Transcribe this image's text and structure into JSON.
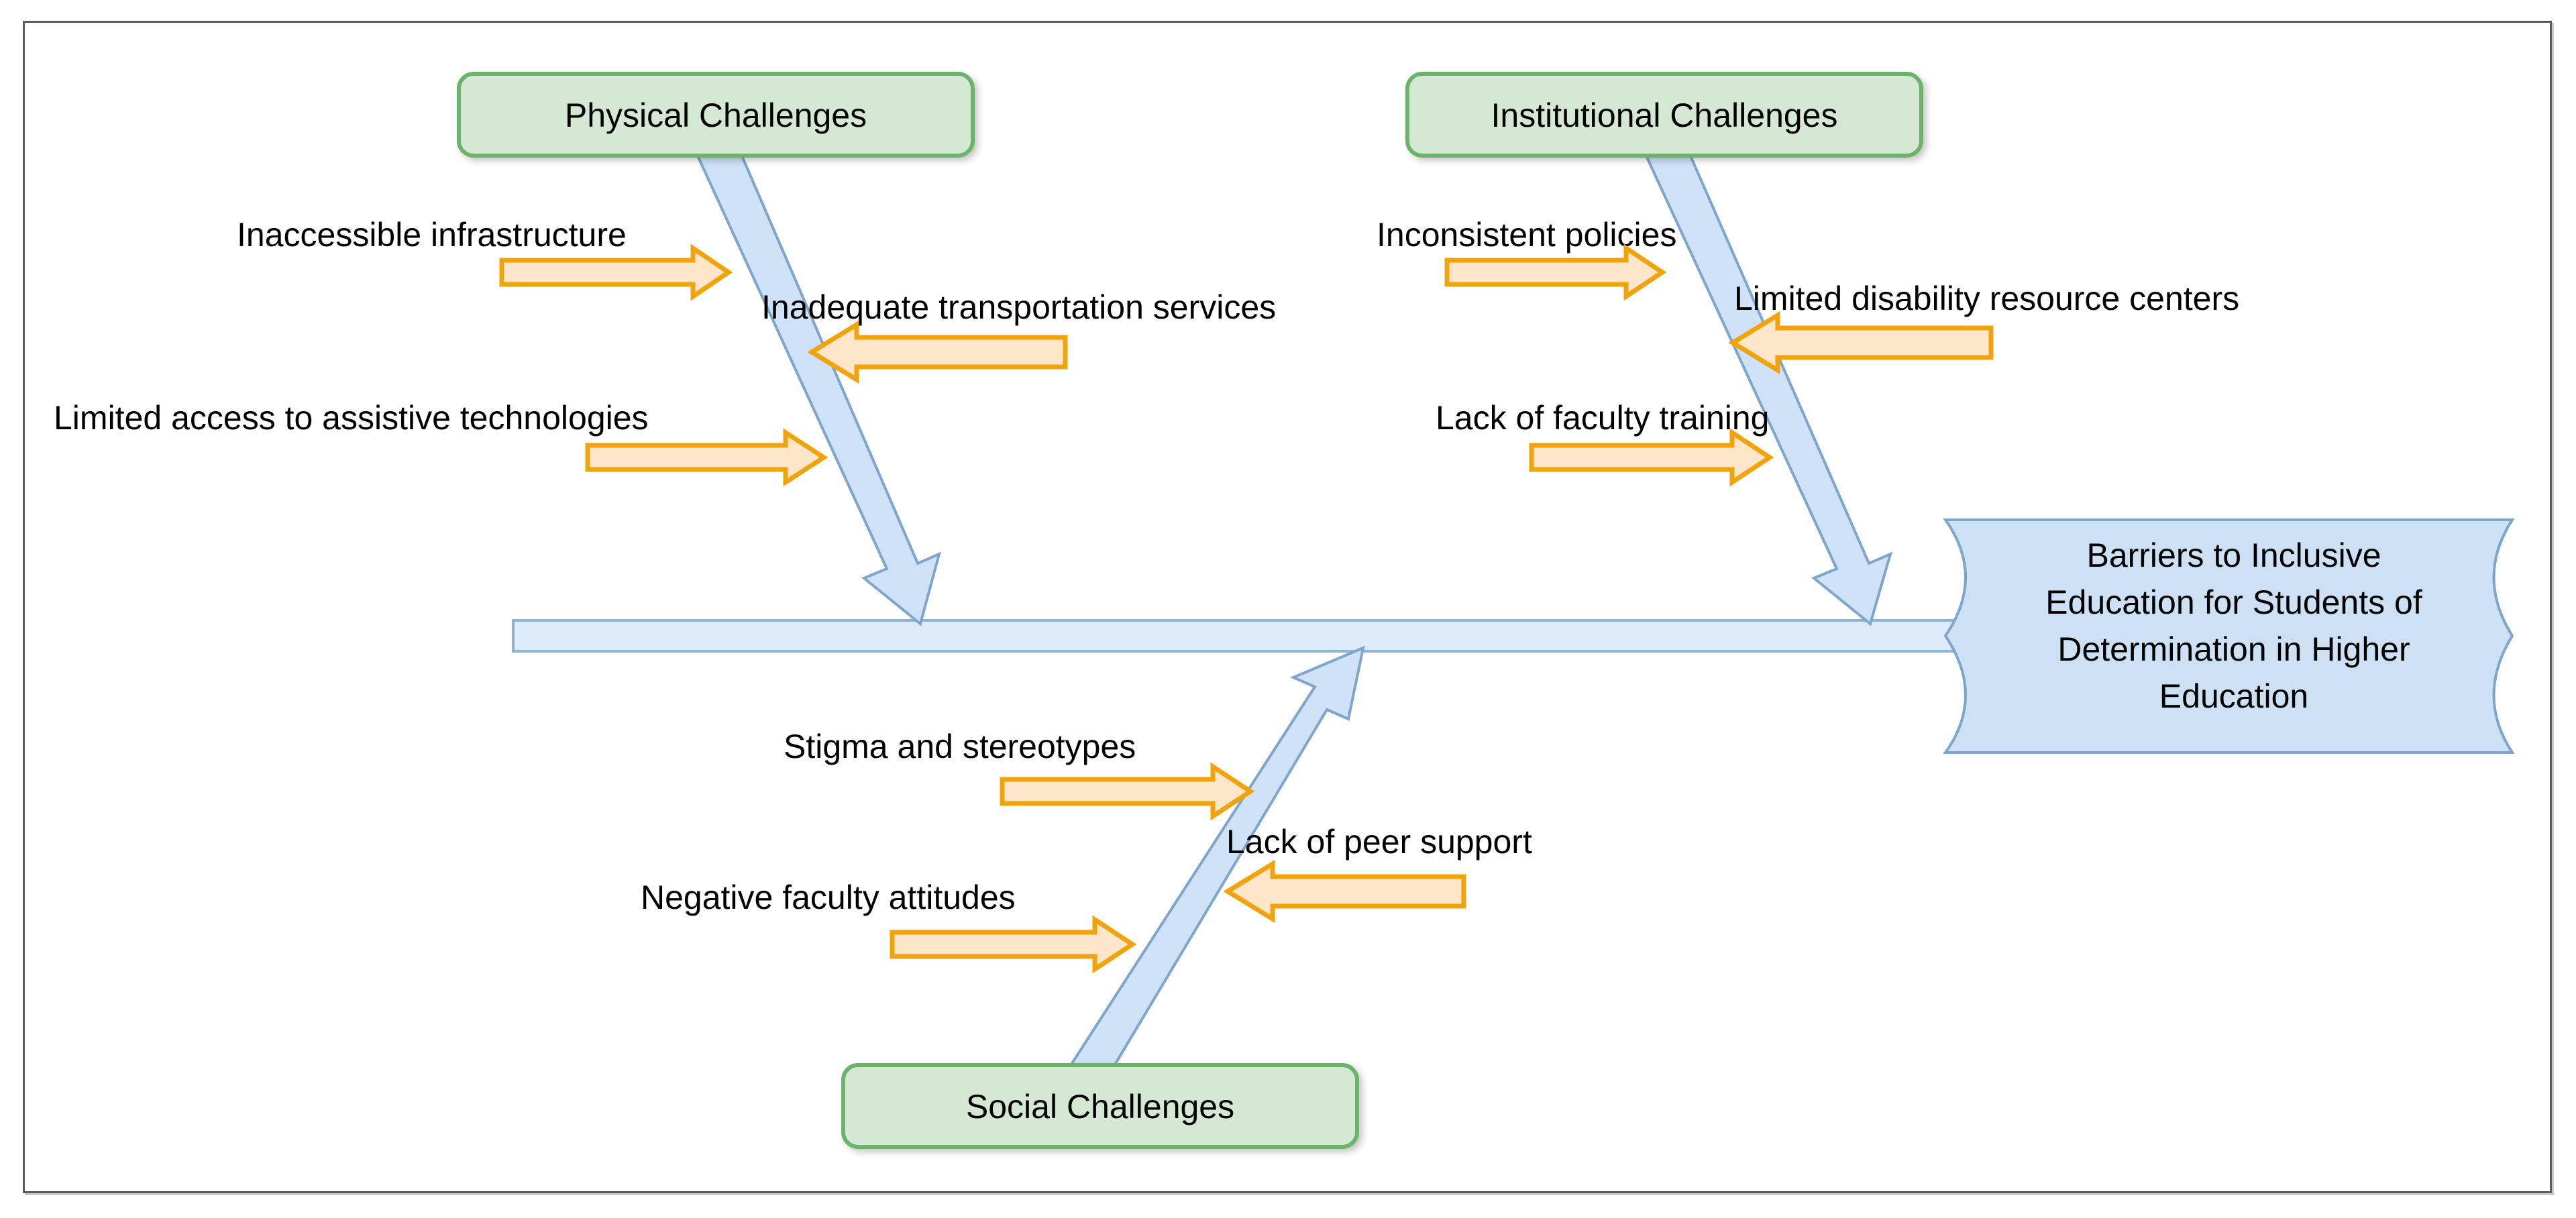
{
  "diagram": {
    "type": "fishbone-ishikawa",
    "title_icon": "fishbone-diagram",
    "effect": {
      "name": "effect-box",
      "shape": "banner-flag",
      "lines": [
        "Barriers to Inclusive",
        "Education for Students of",
        "Determination in Higher",
        "Education"
      ]
    },
    "categories": [
      {
        "id": "physical",
        "label": "Physical Challenges",
        "position": "top-left",
        "causes": [
          {
            "label": "Inaccessible infrastructure",
            "arrow": "right"
          },
          {
            "label": "Inadequate transportation services",
            "arrow": "left"
          },
          {
            "label": "Limited access to assistive technologies",
            "arrow": "right"
          }
        ]
      },
      {
        "id": "institutional",
        "label": "Institutional Challenges",
        "position": "top-right",
        "causes": [
          {
            "label": "Inconsistent policies",
            "arrow": "right"
          },
          {
            "label": "Limited disability resource centers",
            "arrow": "left"
          },
          {
            "label": "Lack of faculty training",
            "arrow": "right"
          }
        ]
      },
      {
        "id": "social",
        "label": "Social Challenges",
        "position": "bottom-center",
        "causes": [
          {
            "label": "Stigma and stereotypes",
            "arrow": "right"
          },
          {
            "label": "Lack of peer support",
            "arrow": "left"
          },
          {
            "label": "Negative faculty attitudes",
            "arrow": "right"
          }
        ]
      }
    ],
    "colors": {
      "category_box_fill": "#d5e8d4",
      "category_box_stroke": "#6cb36a",
      "bone_fill": "#cfe2f7",
      "bone_stroke": "#7ea6cc",
      "spine_fill": "#ddeaf9",
      "spine_stroke": "#8fb4d6",
      "effect_fill": "#cde0f4",
      "effect_stroke": "#7ea6cc",
      "cause_arrow_fill": "#fde6ca",
      "cause_arrow_stroke": "#f0a30a",
      "text": "#000000",
      "frame_stroke": "#5b5b5b",
      "background": "#ffffff"
    }
  }
}
